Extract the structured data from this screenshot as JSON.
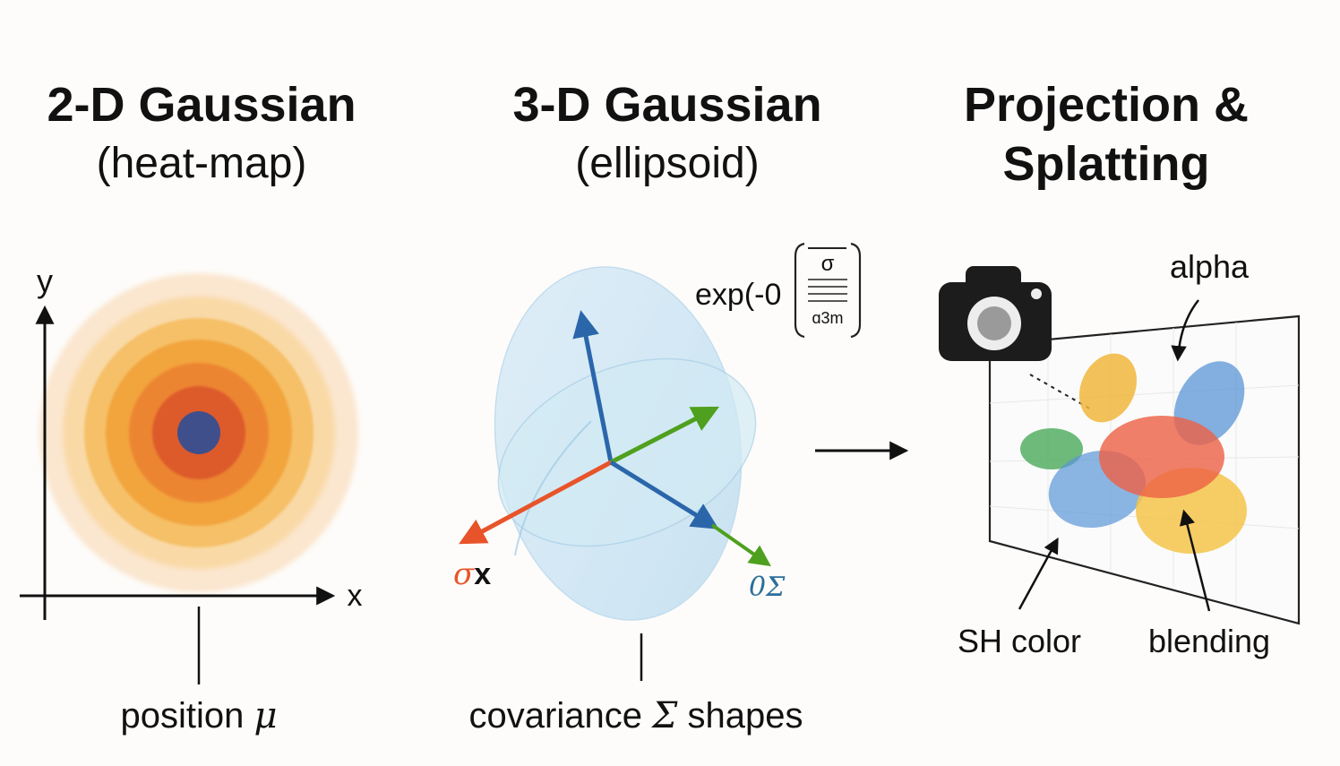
{
  "panels": [
    {
      "title": "2-D Gaussian",
      "subtitle": "(heat-map)",
      "axis_x": "x",
      "axis_y": "y",
      "caption_text": "position ",
      "caption_symbol": "μ"
    },
    {
      "title": "3-D Gaussian",
      "subtitle": "(ellipsoid)",
      "formula_text": "exp(-0",
      "matrix_top": "σ",
      "matrix_bottom": "ɑ3m",
      "axis_label_1_sym": "σ",
      "axis_label_1_txt": "x",
      "axis_label_2": "0Σ",
      "caption_pre": "covariance ",
      "caption_symbol": "Σ",
      "caption_post": " shapes"
    },
    {
      "title": "Projection &",
      "subtitle": "Splatting",
      "label_alpha": "alpha",
      "label_sh_color": "SH color",
      "label_blending": "blending"
    }
  ],
  "colors": {
    "heat_outer": "#fbe6cf",
    "heat_mid1": "#f8d08d",
    "heat_mid2": "#f4b04a",
    "heat_mid3": "#ee8a32",
    "heat_inner": "#e3642c",
    "heat_core": "#d64a2a",
    "center_dot": "#3f4f8c",
    "ellipsoid": "#cfe6f4",
    "axis_blue": "#2b66aa",
    "axis_green": "#4fa01e",
    "axis_orange": "#e8542a",
    "splat_orange": "#f1b63c",
    "splat_blue": "#5a96d6",
    "splat_red": "#ee6045",
    "splat_green": "#4aaa5a",
    "splat_yellow": "#f5c44a"
  }
}
